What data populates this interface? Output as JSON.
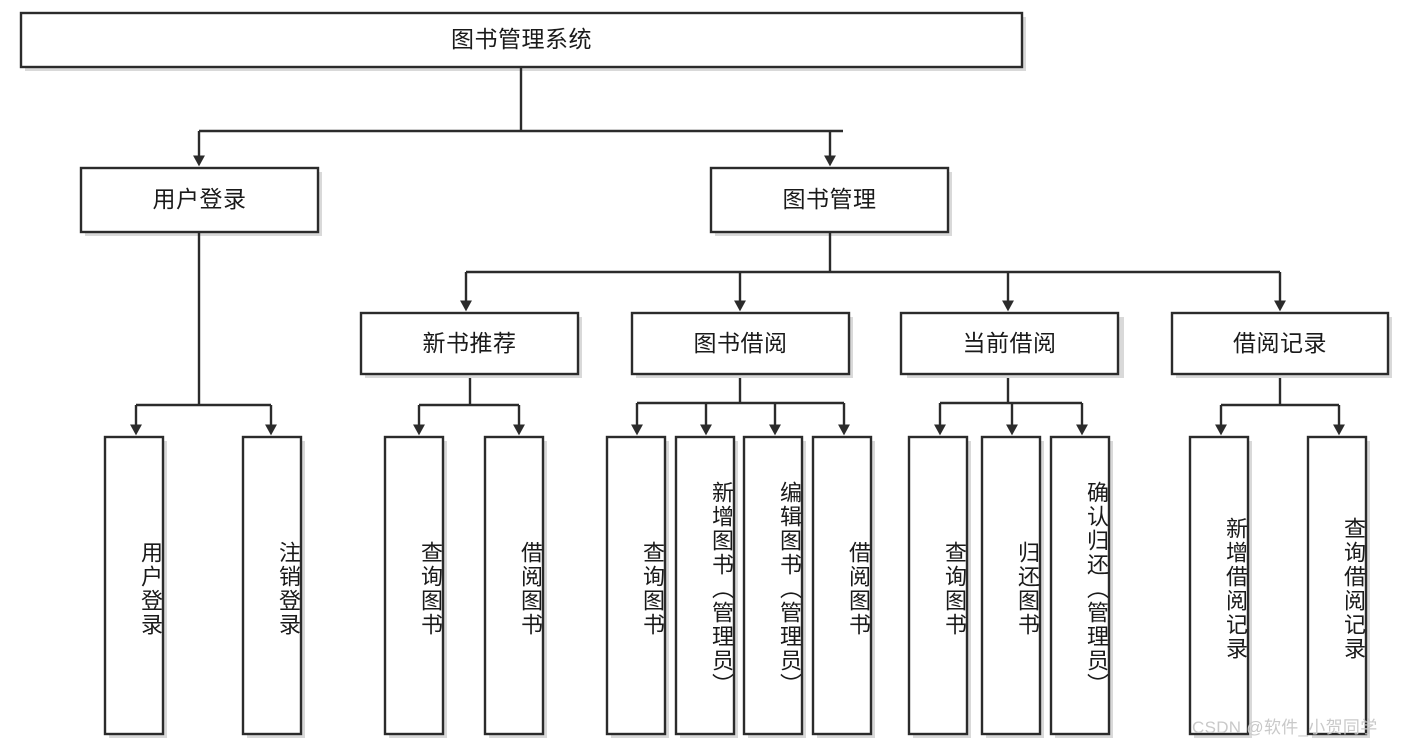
{
  "diagram": {
    "title": "图书管理系统",
    "type": "hierarchy-tree",
    "style": {
      "box_fill": "#ffffff",
      "box_stroke": "#2b2b2b",
      "text_color": "#1a1a1a",
      "watermark_color": "#c9c9c9"
    },
    "levels": {
      "root": {
        "label": "图书管理系统"
      },
      "level2": [
        {
          "label": "用户登录"
        },
        {
          "label": "图书管理"
        }
      ],
      "level3": [
        {
          "label": "新书推荐"
        },
        {
          "label": "图书借阅"
        },
        {
          "label": "当前借阅"
        },
        {
          "label": "借阅记录"
        }
      ],
      "leaves": {
        "user_login": [
          {
            "label": "用户登录"
          },
          {
            "label": "注销登录"
          }
        ],
        "new_book_recommend": [
          {
            "label": "查询图书"
          },
          {
            "label": "借阅图书"
          }
        ],
        "book_borrow": [
          {
            "label": "查询图书"
          },
          {
            "label": "新增图书（管理员）"
          },
          {
            "label": "编辑图书（管理员）"
          },
          {
            "label": "借阅图书"
          }
        ],
        "current_borrow": [
          {
            "label": "查询图书"
          },
          {
            "label": "归还图书"
          },
          {
            "label": "确认归还（管理员）"
          }
        ],
        "borrow_record": [
          {
            "label": "新增借阅记录"
          },
          {
            "label": "查询借阅记录"
          }
        ]
      }
    }
  },
  "watermark": {
    "text": "CSDN @软件_小贺同学"
  }
}
